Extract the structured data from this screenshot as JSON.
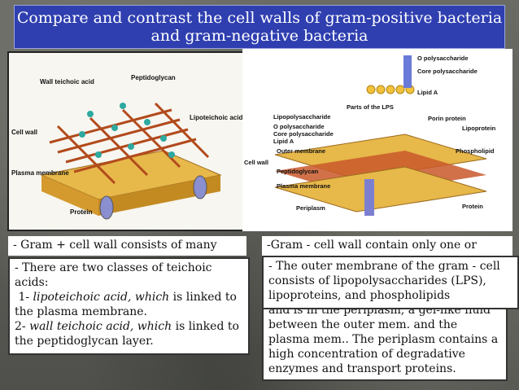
{
  "title": "Compare and contrast the cell walls of gram-positive bacteria and gram-negative bacteria",
  "left_diagram": {
    "labels": {
      "wall_teichoic": "Wall teichoic acid",
      "peptidoglycan": "Peptidoglycan",
      "lipoteichoic": "Lipoteichoic acid",
      "cell_wall": "Cell wall",
      "plasma_membrane": "Plasma membrane",
      "protein": "Protein"
    }
  },
  "right_diagram": {
    "labels": {
      "o_poly_top": "O polysaccharide",
      "core_poly_top": "Core polysaccharide",
      "lipid_a_top": "Lipid A",
      "parts_lps": "Parts of the LPS",
      "lipopolysaccharide": "Lipopolysaccharide",
      "porin": "Porin protein",
      "o_poly": "O polysaccharide",
      "core_poly": "Core polysaccharide",
      "lipid_a": "Lipid A",
      "lipoprotein": "Lipoprotein",
      "outer_membrane": "Outer membrane",
      "phospholipid": "Phospholipid",
      "cell_wall": "Cell wall",
      "peptidoglycan": "Peptidoglycan",
      "plasma_membrane": "Plasma membrane",
      "periplasm": "Periplasm",
      "protein": "Protein"
    }
  },
  "gram_pos_header": "- Gram + cell wall consists of many",
  "gram_pos_text": {
    "line1": "- There are two classes of teichoic acids:",
    "item1_num": "1- ",
    "item1_italic": "lipoteichoic acid, which",
    "item1_rest": " is linked to the plasma membrane.",
    "item2_num": "2- ",
    "item2_italic": "wall teichoic acid, which",
    "item2_rest": " is linked to the peptidoglycan layer."
  },
  "gram_neg_header": "-Gram - cell wall contain only one or",
  "gram_neg_outer": "- The outer membrane of the gram - cell consists of lipopolysaccharides (LPS), lipoproteins, and phospholipids",
  "gram_neg_periplasm": "and is in the periplasm, a gel-like fluid between the outer mem. and the plasma mem.. The periplasm contains a high concentration of degradative enzymes and transport proteins."
}
